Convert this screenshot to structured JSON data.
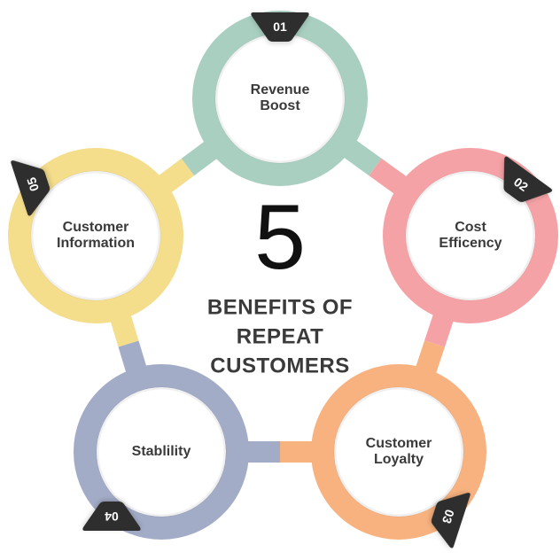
{
  "center": {
    "number": "5",
    "title": "BENEFITS OF\nREPEAT\nCUSTOMERS"
  },
  "nodes": [
    {
      "badge": "01",
      "label": "Revenue\nBoost",
      "color": "#a9cfc0"
    },
    {
      "badge": "02",
      "label": "Cost\nEfficency",
      "color": "#f5a2a6"
    },
    {
      "badge": "03",
      "label": "Customer\nLoyalty",
      "color": "#f7b27f"
    },
    {
      "badge": "04",
      "label": "Stablility",
      "color": "#a3acc7"
    },
    {
      "badge": "05",
      "label": "Customer\nInformation",
      "color": "#f4dd8b"
    }
  ],
  "badge_color": "#2e2e2e"
}
